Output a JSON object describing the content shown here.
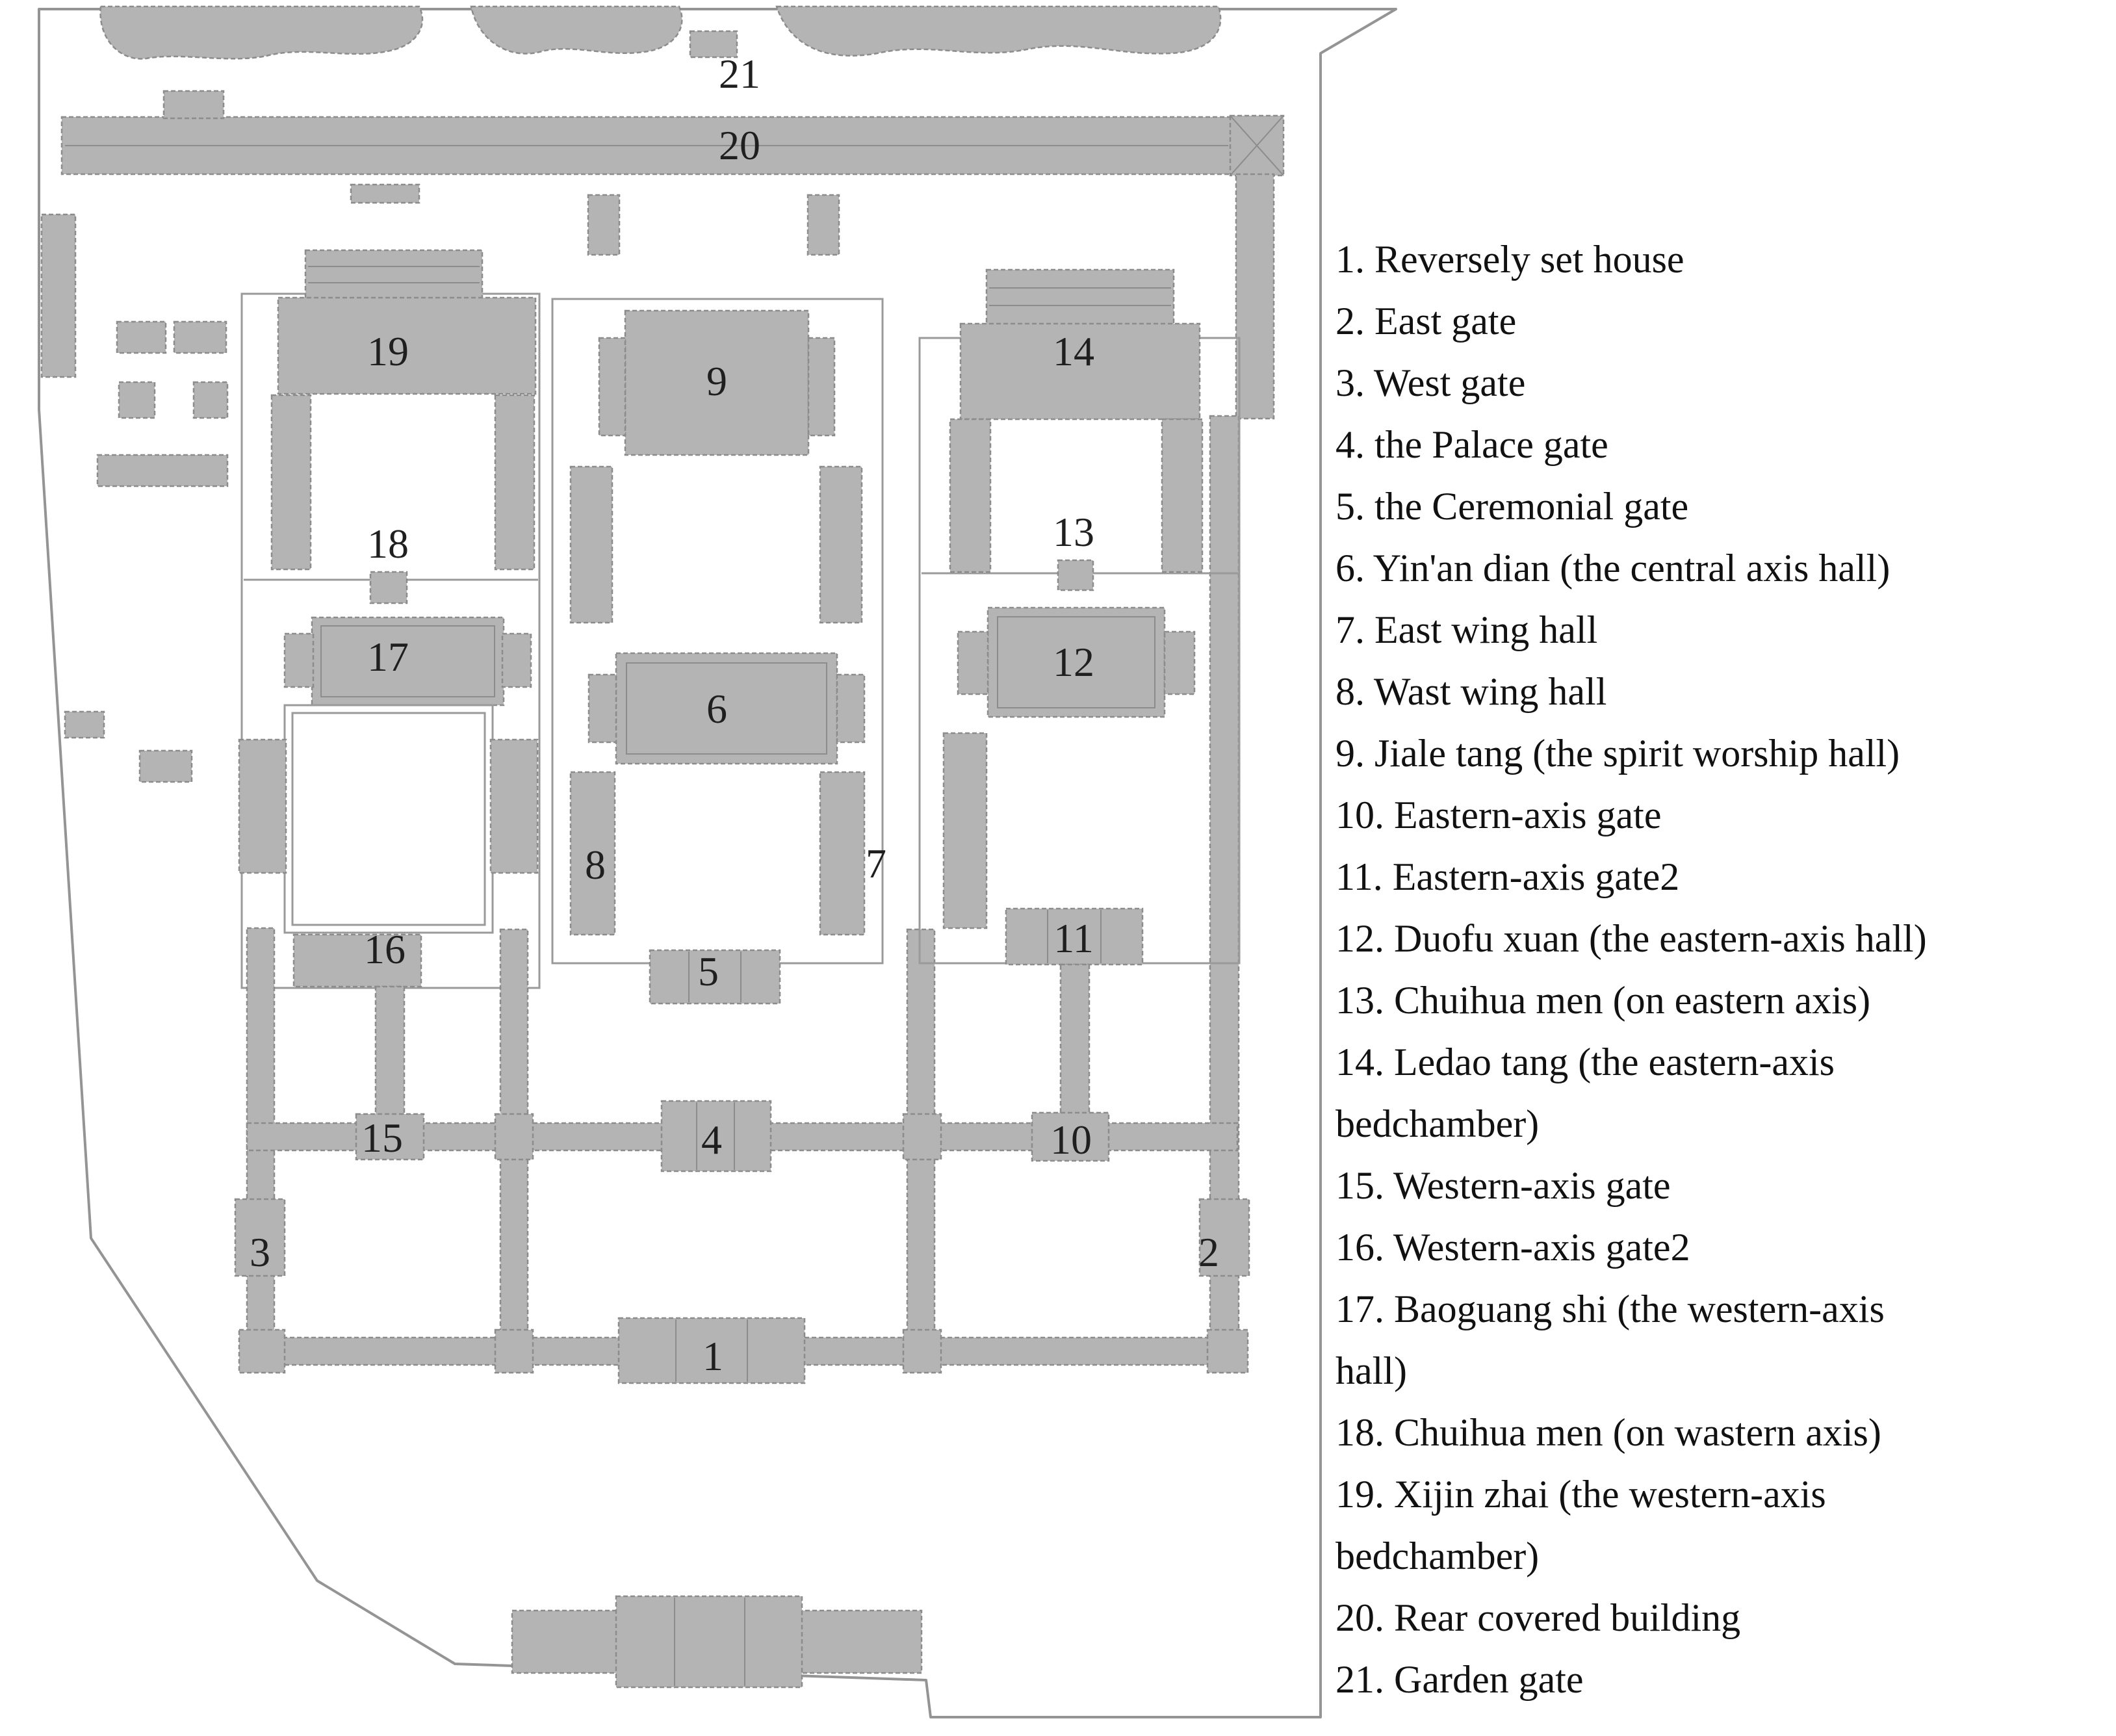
{
  "plan": {
    "labels": [
      "1",
      "2",
      "3",
      "4",
      "5",
      "6",
      "7",
      "8",
      "9",
      "10",
      "11",
      "12",
      "13",
      "14",
      "15",
      "16",
      "17",
      "18",
      "19",
      "20",
      "21"
    ]
  },
  "legend": {
    "lines": [
      "1. Reversely set house",
      "2. East gate",
      "3. West gate",
      "4. the Palace gate",
      "5. the Ceremonial gate",
      "6. Yin'an dian (the central axis hall)",
      "7. East wing hall",
      "8. Wast wing hall",
      "9. Jiale tang (the spirit worship hall)",
      "10. Eastern-axis gate",
      "11. Eastern-axis gate2",
      "12. Duofu xuan (the eastern-axis hall)",
      "13. Chuihua men (on eastern axis)",
      "14. Ledao tang (the eastern-axis",
      "bedchamber)",
      "15. Western-axis gate",
      "16. Western-axis gate2",
      "17. Baoguang shi (the western-axis",
      "hall)",
      "18. Chuihua men (on wastern axis)",
      "19. Xijin zhai (the western-axis",
      "bedchamber)",
      "20. Rear covered building",
      "21. Garden gate"
    ]
  },
  "colors": {
    "building_fill": "#b4b4b4",
    "building_stroke": "#8c8c8c",
    "thin_line": "#9a9a9a",
    "boundary": "#949494",
    "label_text": "#1f1f1f",
    "background": "#ffffff"
  }
}
